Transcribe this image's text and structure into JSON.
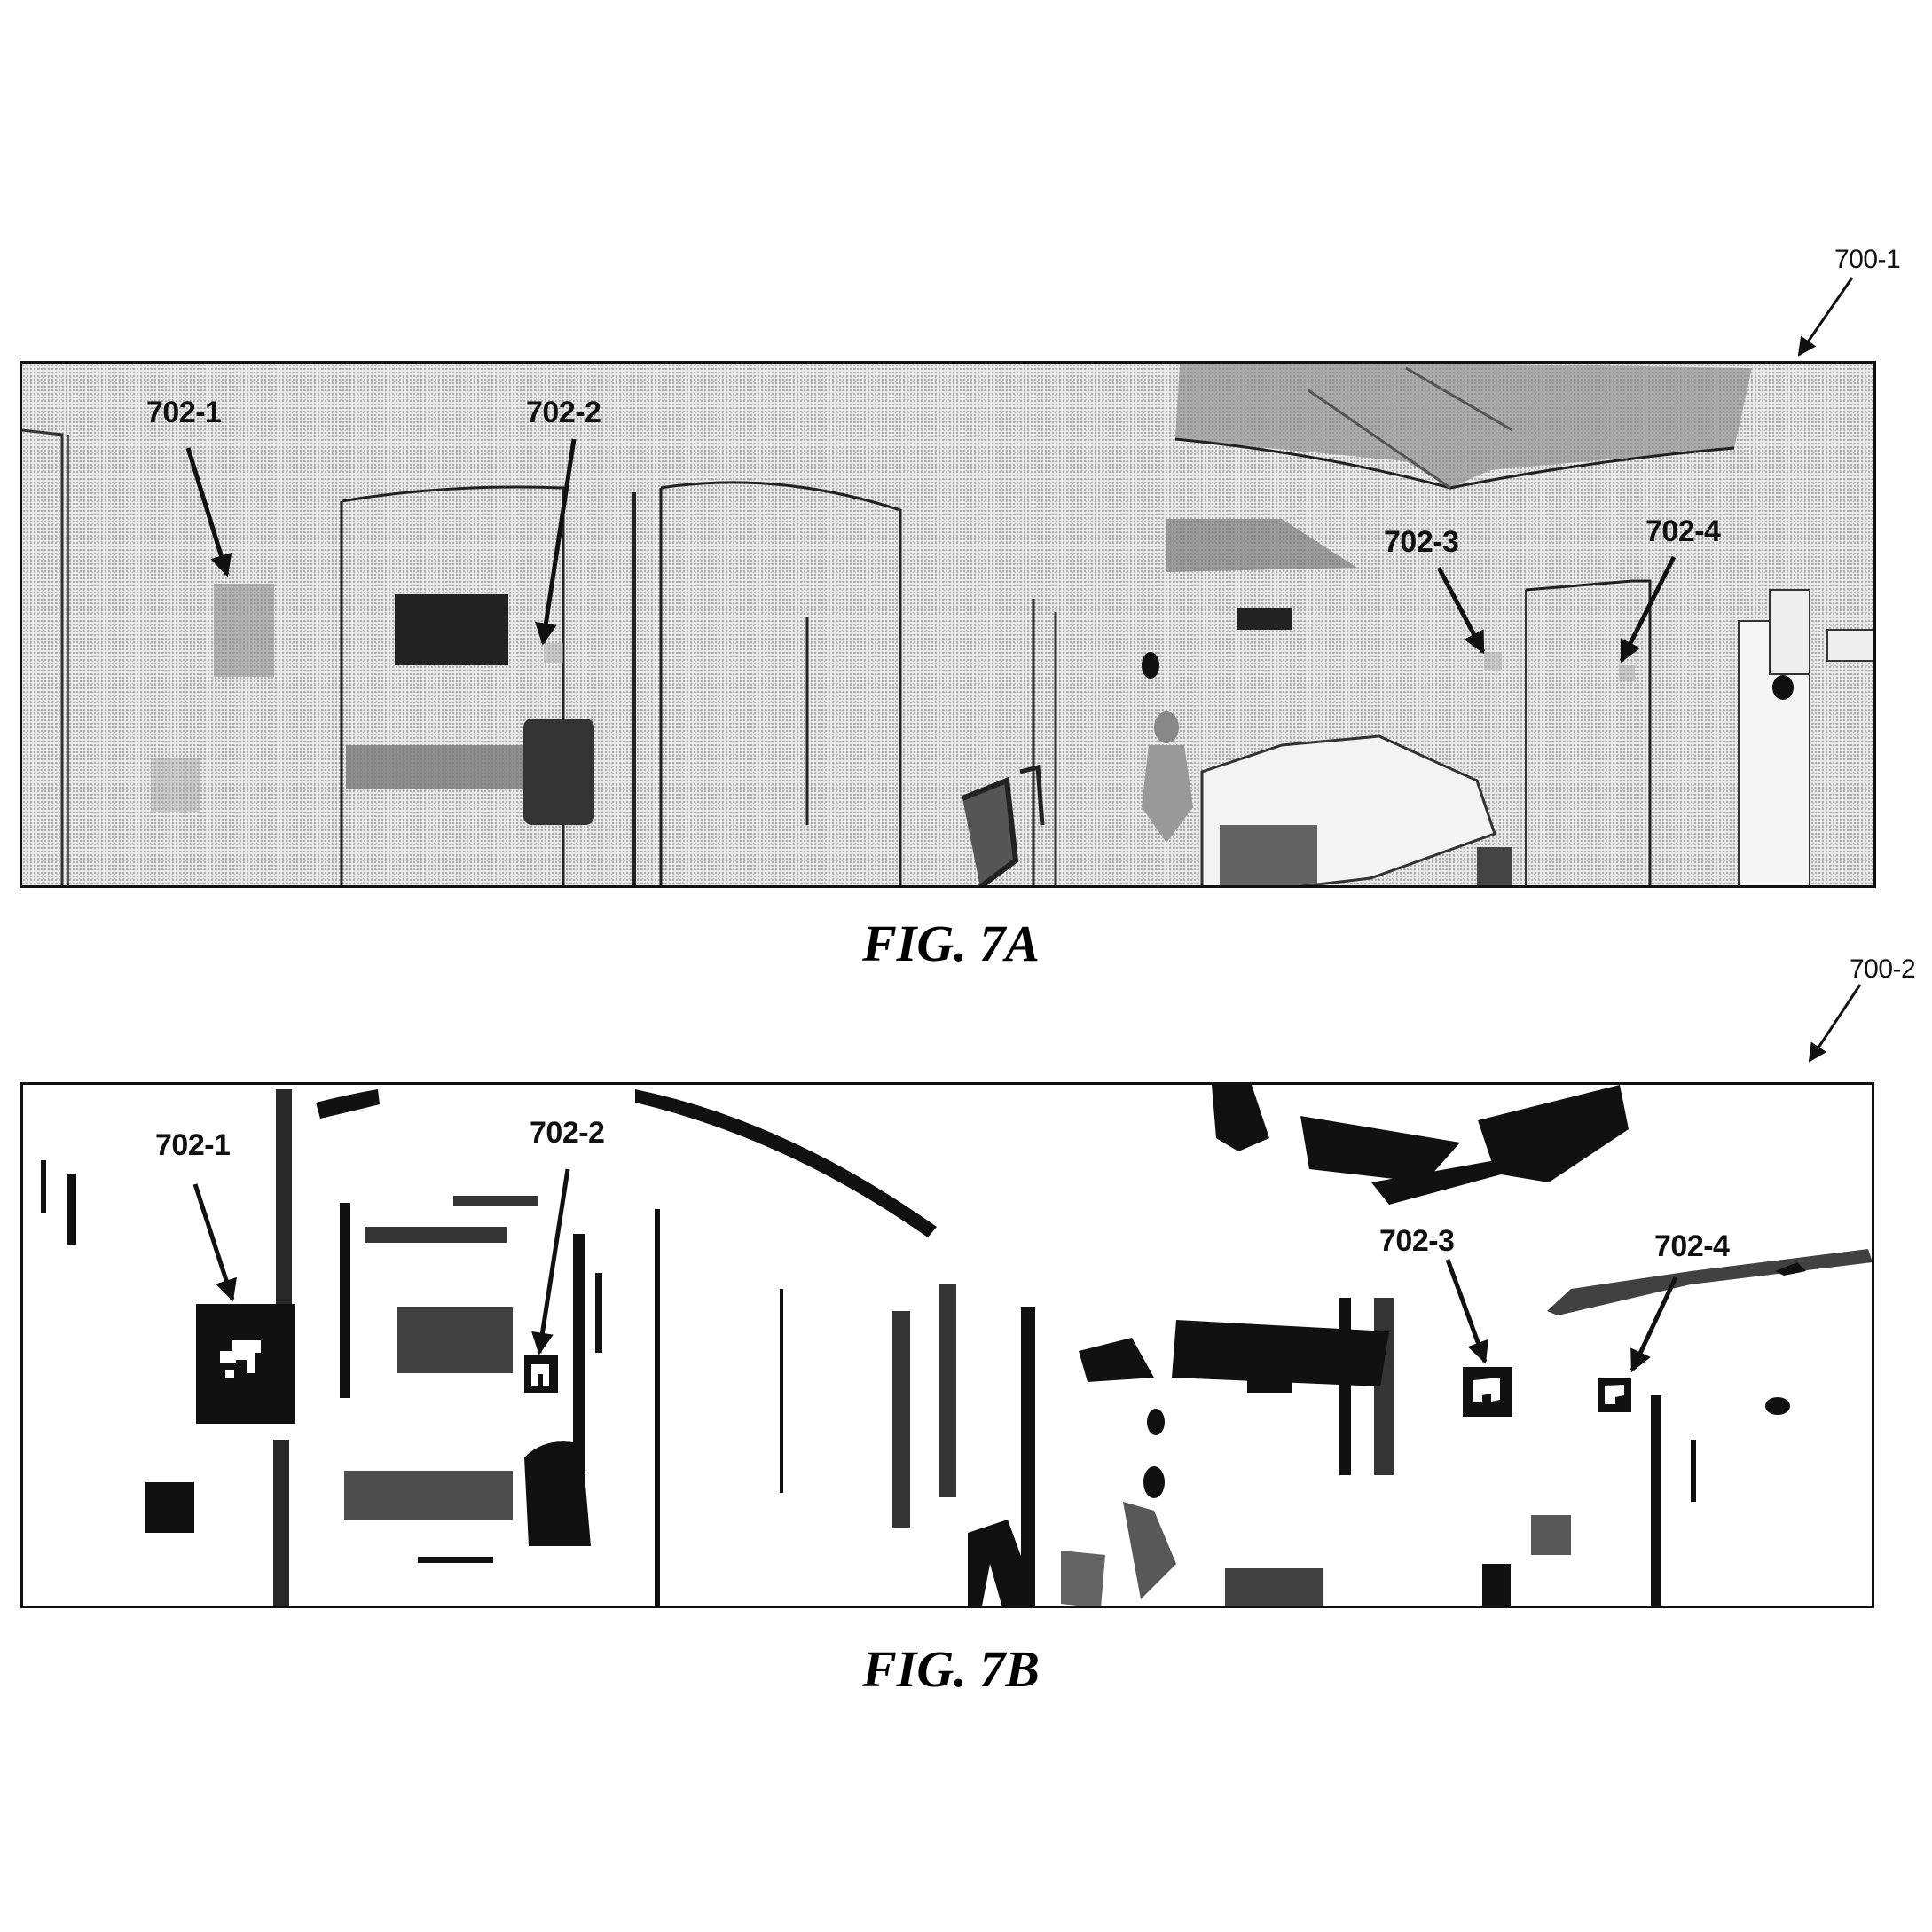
{
  "sheet": {
    "figures": [
      {
        "id": "fig-7a",
        "caption": "FIG. 7A",
        "reference": "700-1",
        "style": "grayscale stippled panoramic photograph of indoor office space",
        "markers": [
          {
            "label": "702-1"
          },
          {
            "label": "702-2"
          },
          {
            "label": "702-3"
          },
          {
            "label": "702-4"
          }
        ]
      },
      {
        "id": "fig-7b",
        "caption": "FIG. 7B",
        "reference": "700-2",
        "style": "binarized (thresholded) black-and-white version of the same panorama",
        "markers": [
          {
            "label": "702-1"
          },
          {
            "label": "702-2"
          },
          {
            "label": "702-3"
          },
          {
            "label": "702-4"
          }
        ]
      }
    ]
  },
  "colors": {
    "ink": "#111111",
    "panel_a_bg": "#e9e9e9",
    "panel_b_bg": "#ffffff",
    "stipple": "#9a9a9a"
  }
}
